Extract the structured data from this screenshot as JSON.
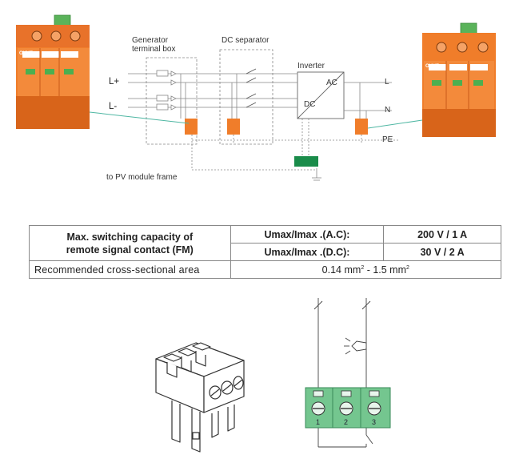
{
  "diagram": {
    "generator_box_label_line1": "Generator",
    "generator_box_label_line2": "terminal box",
    "dc_separator_label": "DC separator",
    "inverter_label": "Inverter",
    "inverter_ac": "AC",
    "inverter_dc": "DC",
    "l_plus": "L+",
    "l_minus": "L-",
    "l_out": "L",
    "n_out": "N",
    "pe_out": "PE",
    "pv_frame_label": "to PV module frame",
    "device_brand": "OVUE",
    "colors": {
      "spd_orange": "#f07d2a",
      "spd_dark_orange": "#d8641a",
      "terminal_green": "#5ab35a",
      "ground_bar_green": "#1a8c4a",
      "cable_teal": "#4fb7a3",
      "line_gray": "#777777"
    }
  },
  "table": {
    "row1_title_line1": "Max. switching capacity of",
    "row1_title_line2": "remote signal contact (FM)",
    "ac_label": "Umax/Imax .(A.C):",
    "ac_value": "200 V / 1 A",
    "dc_label": "Umax/Imax .(D.C):",
    "dc_value": "30 V / 2 A",
    "area_label": "Recommended cross-sectional area",
    "area_min": "0.14 mm",
    "area_sep": " -  1.5 mm",
    "area_exp": "2"
  },
  "connector": {
    "terminal_numbers": [
      "1",
      "2",
      "3"
    ]
  }
}
